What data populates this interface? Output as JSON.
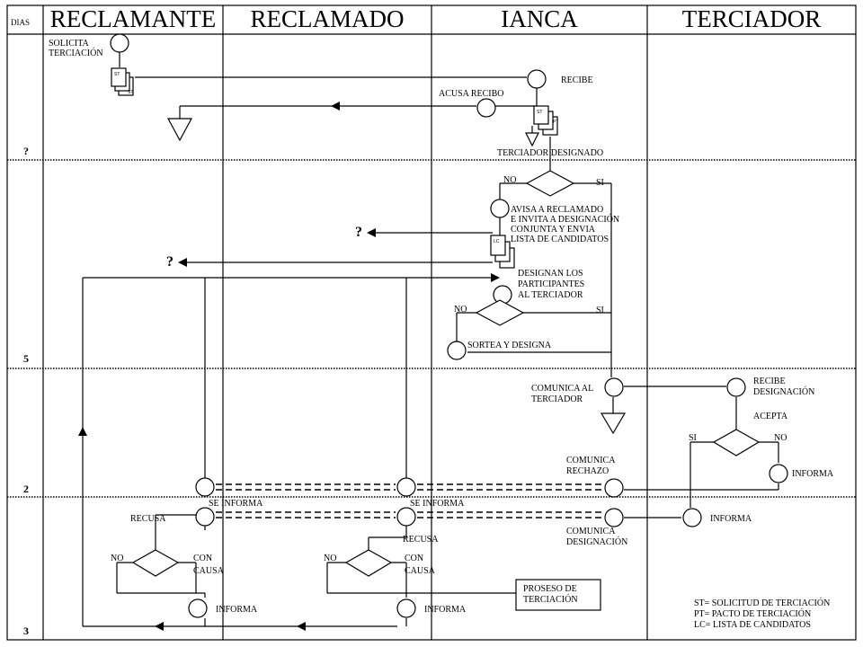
{
  "header": {
    "days_label": "DIAS",
    "lanes": [
      "RECLAMANTE",
      "RECLAMADO",
      "IANCA",
      "TERCIADOR"
    ]
  },
  "stages": [
    "?",
    "5",
    "2",
    "3"
  ],
  "labels": {
    "solicita": [
      "SOLICITA",
      "TERCIACIÓN"
    ],
    "recibe": "RECIBE",
    "acusa_recibo": "ACUSA RECIBO",
    "terciador_designado": "TERCIADOR  DESIGNADO",
    "no": "NO",
    "si": "SI",
    "avisa": [
      "AVISA A RECLAMADO",
      "E INVITA A DESIGNACIÓN",
      "CONJUNTA Y ENVIA",
      "LISTA DE CANDIDATOS"
    ],
    "designan": [
      "DESIGNAN LOS",
      "PARTICIPANTES",
      "AL TERCIADOR"
    ],
    "sortea": "SORTEA Y DESIGNA",
    "comunica_terciador": [
      "COMUNICA AL",
      "TERCIADOR"
    ],
    "recibe_designacion": [
      "RECIBE",
      "DESIGNACIÓN"
    ],
    "acepta": "ACEPTA",
    "informa": "INFORMA",
    "comunica_rechazo": [
      "COMUNICA",
      "RECHAZO"
    ],
    "se_informa": "SE INFORMA",
    "comunica_designacion": [
      "COMUNICA",
      "DESIGNACIÓN"
    ],
    "recusa": "RECUSA",
    "con_causa": [
      "CON",
      "CAUSA"
    ],
    "proseso": [
      "PROSESO DE",
      "TERCIACIÓN"
    ],
    "question": "?"
  },
  "docs": {
    "st": "ST",
    "pt": "PT",
    "lc": "LC"
  },
  "legend": [
    "ST= SOLICITUD DE TERCIACIÓN",
    "PT= PACTO DE TERCIACIÓN",
    "LC= LISTA DE CANDIDATOS"
  ]
}
